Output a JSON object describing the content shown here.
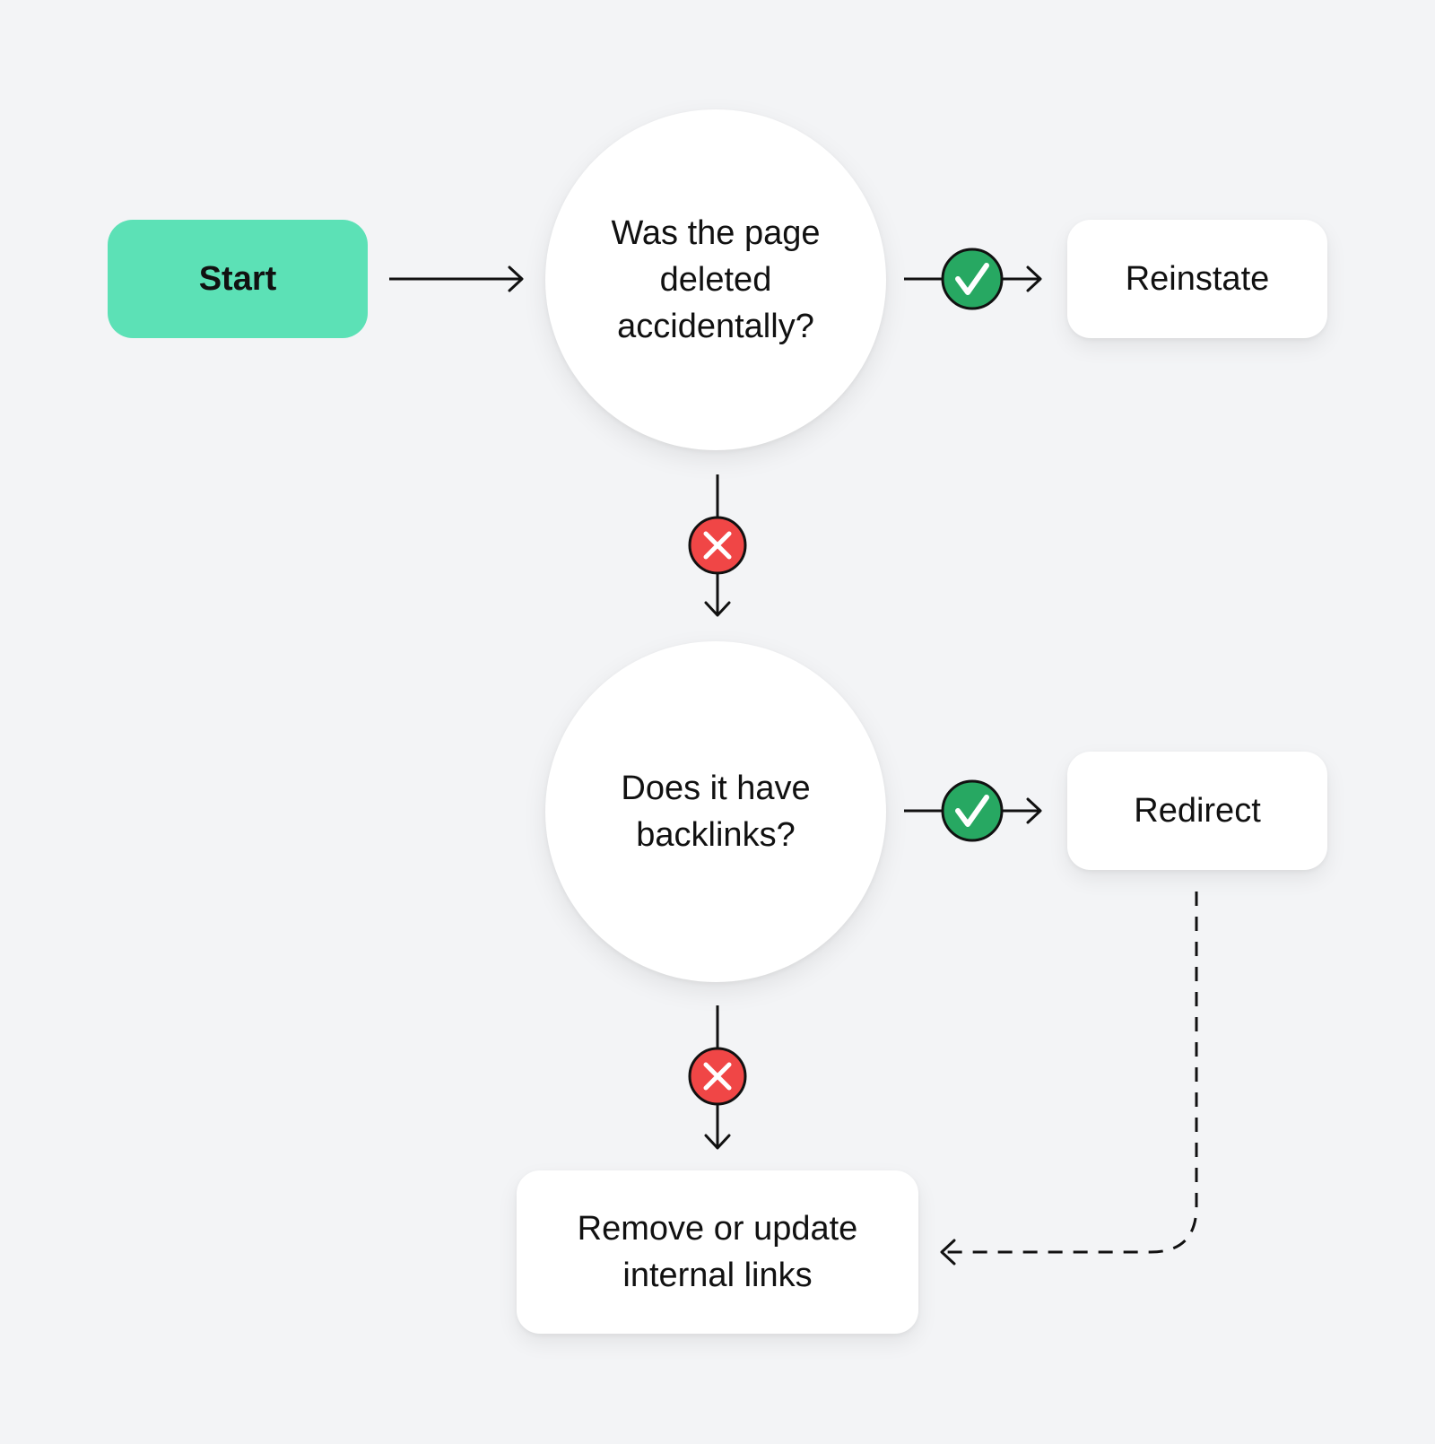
{
  "colors": {
    "background": "#f3f4f6",
    "start_fill": "#5ce1b6",
    "yes_badge": "#27a862",
    "no_badge": "#f04646",
    "line": "#111111",
    "node_fill": "#ffffff"
  },
  "nodes": {
    "start": "Start",
    "question_1": "Was the page\ndeleted\naccidentally?",
    "question_2": "Does it have\nbacklinks?",
    "reinstate": "Reinstate",
    "redirect": "Redirect",
    "remove": "Remove or update\ninternal links"
  },
  "icons": {
    "yes": "check-circle-icon",
    "no": "x-circle-icon",
    "arrow": "arrow-icon"
  }
}
